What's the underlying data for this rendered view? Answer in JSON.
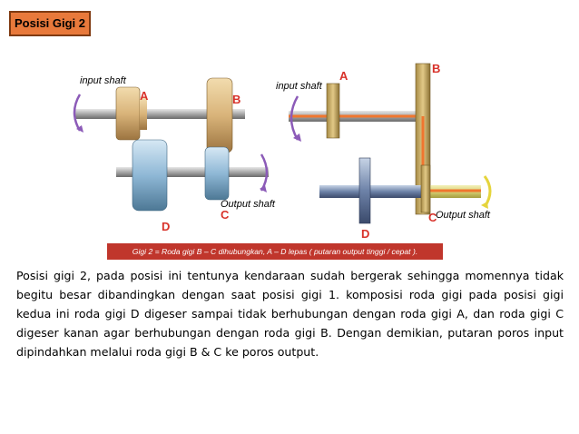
{
  "slide": {
    "title": "Posisi Gigi 2",
    "caption": "Gigi 2 = Roda gigi B – C dihubungkan, A – D lepas ( putaran output tinggi / cepat ).",
    "paragraph": "Posisi gigi 2, pada posisi ini tentunya kendaraan  sudah bergerak sehingga momennya tidak begitu besar dibandingkan dengan saat posisi gigi 1. komposisi roda gigi pada posisi gigi kedua ini roda gigi D digeser sampai tidak berhubungan dengan roda gigi A, dan  roda  gigi C digeser kanan agar berhubungan dengan roda  gigi  B.  Dengan demikian,  putaran  poros input  dipindahkan  melalui  roda gigi B & C ke poros output."
  },
  "figure_left": {
    "input_label": "input shaft",
    "output_label": "Output shaft",
    "gear_a": "A",
    "gear_b": "B",
    "gear_c": "C",
    "gear_d": "D"
  },
  "figure_right": {
    "input_label": "input shaft",
    "output_label": "Output shaft",
    "gear_a": "A",
    "gear_b": "B",
    "gear_c": "C",
    "gear_d": "D"
  },
  "colors": {
    "accent_orange": "#e8793b",
    "caption_red": "#c0362c",
    "gear_tan": "#d9b47a",
    "gear_blue": "#8fb8d6",
    "label_red": "#d8322a"
  }
}
